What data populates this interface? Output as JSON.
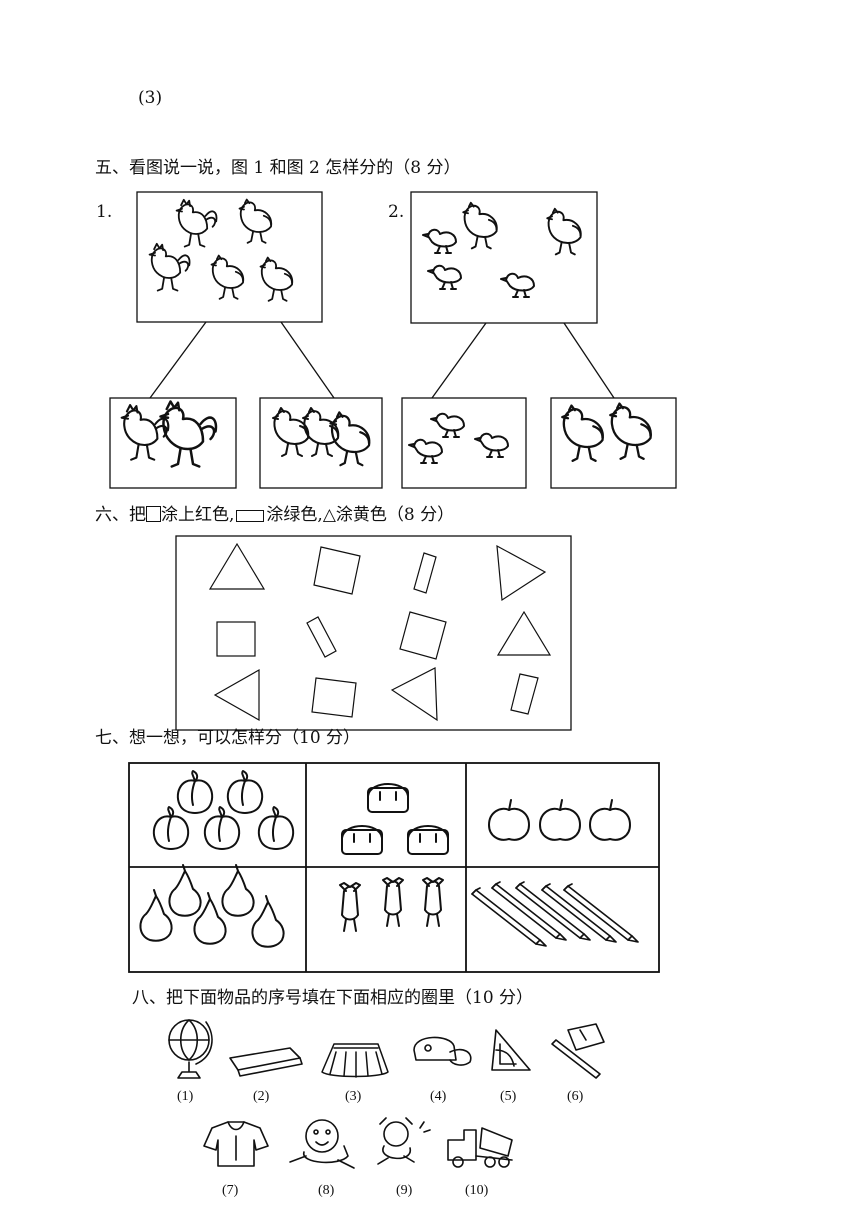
{
  "item3_label": "(3)",
  "section5": {
    "heading": "五、看图说一说，图 1 和图 2 怎样分的（8 分）",
    "fig1_label": "1.",
    "fig2_label": "2."
  },
  "section6": {
    "heading_prefix": "六、把",
    "heading_part2": "涂上红色,",
    "heading_part3": "涂绿色,",
    "heading_triangle_glyph": "△",
    "heading_part4": "涂黄色（8 分）"
  },
  "section7": {
    "heading": "七、想一想，可以怎样分（10 分）"
  },
  "section8": {
    "heading": "八、把下面物品的序号填在下面相应的圈里（10 分）",
    "items": [
      {
        "num": "(1)",
        "icon": "globe-icon"
      },
      {
        "num": "(2)",
        "icon": "eraser-icon"
      },
      {
        "num": "(3)",
        "icon": "skirt-icon"
      },
      {
        "num": "(4)",
        "icon": "cap-icon"
      },
      {
        "num": "(5)",
        "icon": "protractor-icon"
      },
      {
        "num": "(6)",
        "icon": "pencil-sharpener-icon"
      },
      {
        "num": "(7)",
        "icon": "shirt-icon"
      },
      {
        "num": "(8)",
        "icon": "doll-icon"
      },
      {
        "num": "(9)",
        "icon": "toy-figure-icon"
      },
      {
        "num": "(10)",
        "icon": "cement-truck-icon"
      }
    ]
  }
}
